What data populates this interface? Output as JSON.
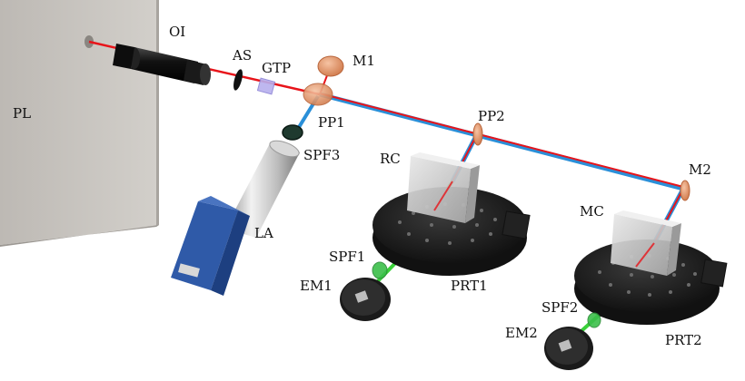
{
  "labels": {
    "pl": "PL",
    "oi": "OI",
    "as": "AS",
    "gtp": "GTP",
    "m1": "M1",
    "pp1": "PP1",
    "spf3": "SPF3",
    "pp2": "PP2",
    "rc": "RC",
    "la": "LA",
    "spf1": "SPF1",
    "em1": "EM1",
    "prt1": "PRT1",
    "m2": "M2",
    "mc": "MC",
    "spf2": "SPF2",
    "em2": "EM2",
    "prt2": "PRT2"
  },
  "colors": {
    "beam_red": "#e8141a",
    "beam_blue": "#2a8fd8",
    "beam_green": "#3ad13a",
    "optic_orange": "#e89a6e",
    "laser_head_blue": "#2f5aa8",
    "pump_box": "#c9c6c1"
  }
}
